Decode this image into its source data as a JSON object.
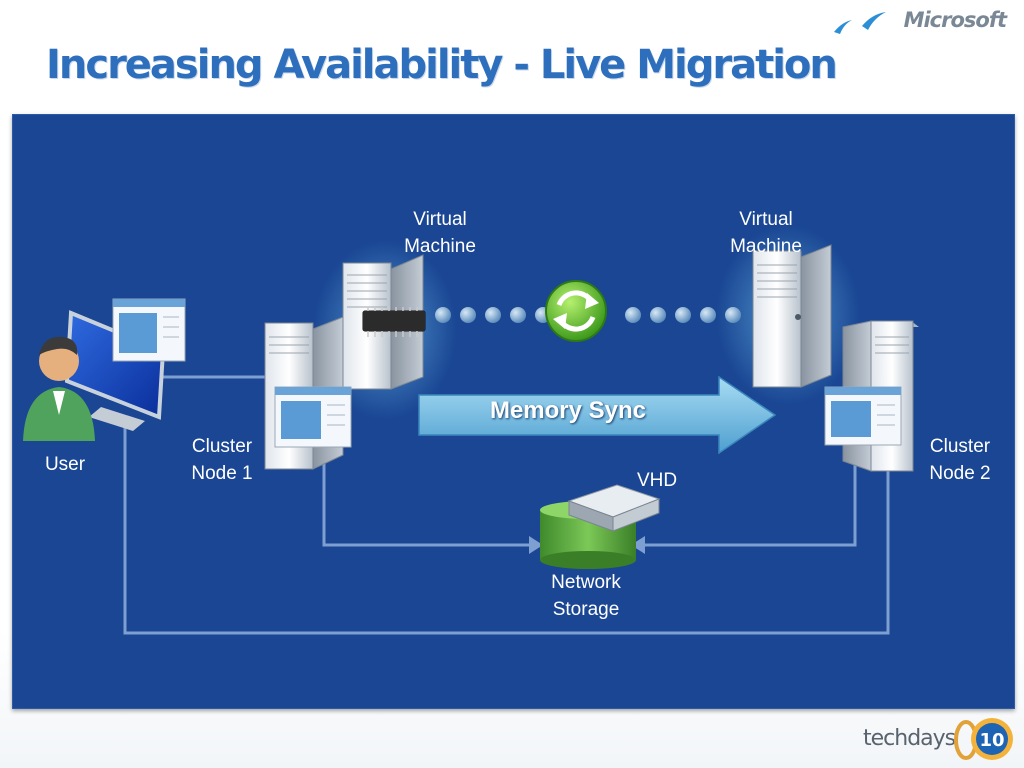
{
  "slide": {
    "title": "Increasing Availability - Live Migration",
    "brand": "Microsoft",
    "footer_brand": "techdays",
    "event_number": "10"
  },
  "diagram": {
    "labels": {
      "vm_left": [
        "Virtual",
        "Machine"
      ],
      "vm_right": [
        "Virtual",
        "Machine"
      ],
      "user": "User",
      "node1": [
        "Cluster",
        "Node 1"
      ],
      "node2": [
        "Cluster",
        "Node 2"
      ],
      "memory_sync": "Memory Sync",
      "vhd": "VHD",
      "storage": [
        "Network",
        "Storage"
      ]
    }
  },
  "colors": {
    "background": "#1a4693",
    "title": "#2e6fbd",
    "connector": "#7e9fd1",
    "sync_arrow": "#7cc3e6",
    "storage_green": "#5aa845"
  }
}
